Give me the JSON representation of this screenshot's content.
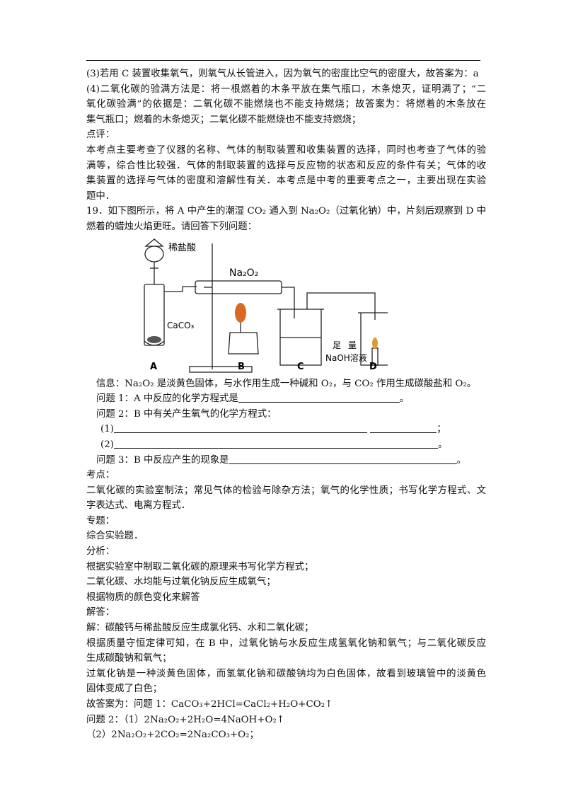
{
  "answers_18": {
    "p3": "(3)若用 C 装置收集氧气，则氧气从长管进入，因为氧气的密度比空气的密度大，故答案为：a",
    "p4_l1": "(4)二氧化碳的验满方法是：将一根燃着的木条平放在集气瓶口，木条熄灭，证明满了；“二",
    "p4_l2": "氧化碳验满”的依据是：二氧化碳不能燃烧也不能支持燃烧；故答案为：将燃着的木条放在",
    "p4_l3": "集气瓶口；燃着的木条熄灭；二氧化碳不能燃烧也不能支持燃烧；",
    "review_label": "点评：",
    "review_l1": "本考点主要考查了仪器的名称、气体的制取装置和收集装置的选择，同时也考查了气体的验",
    "review_l2": "满等，综合性比较强．气体的制取装置的选择与反应物的状态和反应的条件有关；气体的收",
    "review_l3": "集装置的选择与气体的密度和溶解性有关．本考点是中考的重要考点之一，主要出现在实验",
    "review_l4": "题中．"
  },
  "q19": {
    "stem_l1": "19．如下图所示，将 A 中产生的潮湿 CO₂ 通入到 Na₂O₂（过氧化钠）中，片刻后观察到 D 中",
    "stem_l2": "燃着的蜡烛火焰更旺。请回答下列问题：",
    "figure": {
      "hcl": "稀盐酸",
      "na2o2": "Na₂O₂",
      "caco3": "CaCO₃",
      "zu": "足",
      "liang": "量",
      "naoh": "NaOH溶液",
      "A": "A",
      "B": "B",
      "C": "C",
      "D": "D"
    },
    "info": "信息：Na₂O₂ 是淡黄色固体，与水作用生成一种碱和 O₂，与 CO₂ 作用生成碳酸盐和 O₂。",
    "q1_prefix": "问题 1：A 中反应的化学方程式是",
    "q1_end": "。",
    "q2": "问题 2：B 中有关产生氧气的化学方程式：",
    "q2_1": "(1)",
    "q2_1_end": "；",
    "q2_2": "(2)",
    "q2_2_end": "。",
    "q3_prefix": "问题 3：B 中反应产生的现象是",
    "q3_end": "。"
  },
  "analysis": {
    "kaodian_label": "考点：",
    "kaodian_l1": "二氧化碳的实验室制法；常见气体的检验与除杂方法；氧气的化学性质；书写化学方程式、文",
    "kaodian_l2": "字表达式、电离方程式．",
    "zhuanti_label": "专题：",
    "zhuanti": "综合实验题．",
    "fenxi_label": "分析：",
    "fenxi_l1": "根据实验室中制取二氧化碳的原理来书写化学方程式；",
    "fenxi_l2": "二氧化碳、水均能与过氧化钠反应生成氧气；",
    "fenxi_l3": "根据物质的颜色变化来解答",
    "jieda_label": "解答：",
    "jieda_l1": "解：碳酸钙与稀盐酸反应生成氯化钙、水和二氧化碳；",
    "jieda_l2": "根据质量守恒定律可知，在 B 中，过氧化钠与水反应生成氢氧化钠和氧气；与二氧化碳反应",
    "jieda_l3": "生成碳酸钠和氧气；",
    "jieda_l4": "过氧化钠是一种淡黄色固体，而氢氧化钠和碳酸钠均为白色固体，故看到玻璃管中的淡黄色",
    "jieda_l5": "固体变成了白色；",
    "answer_l1": "故答案为：问题 1：CaCO₃+2HCl=CaCl₂+H₂O+CO₂↑",
    "answer_l2": "问题 2：（1）2Na₂O₂+2H₂O=4NaOH+O₂↑",
    "answer_l3": "（2）2Na₂O₂+2CO₂=2Na₂CO₃+O₂；"
  }
}
